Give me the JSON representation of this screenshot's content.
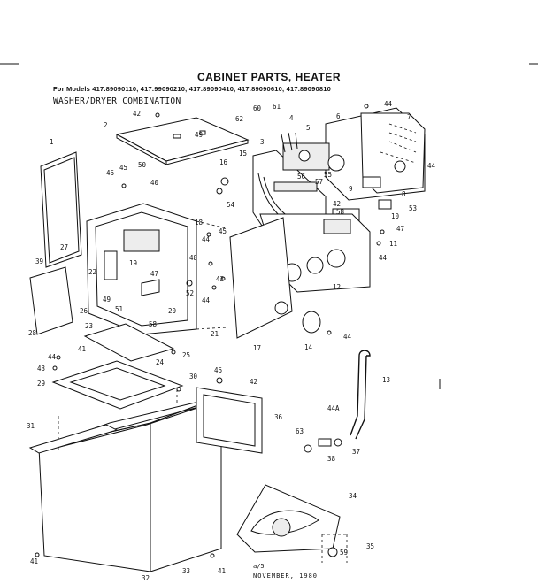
{
  "header": {
    "title": "CABINET PARTS, HEATER",
    "models": "For Models 417.89090110, 417.99090210, 417.89090410, 417.89090610, 417.89090810",
    "subtitle": "WASHER/DRYER COMBINATION"
  },
  "footer": {
    "page_code": "a/5",
    "date": "NOVEMBER, 1980"
  },
  "callouts": [
    {
      "id": "c42a",
      "text": "42"
    },
    {
      "id": "c2",
      "text": "2"
    },
    {
      "id": "c49",
      "text": "49"
    },
    {
      "id": "c1",
      "text": "1"
    },
    {
      "id": "c45a",
      "text": "45"
    },
    {
      "id": "c50",
      "text": "50"
    },
    {
      "id": "c46a",
      "text": "46"
    },
    {
      "id": "c40",
      "text": "40"
    },
    {
      "id": "c16",
      "text": "16"
    },
    {
      "id": "c15",
      "text": "15"
    },
    {
      "id": "c54",
      "text": "54"
    },
    {
      "id": "c62",
      "text": "62"
    },
    {
      "id": "c60",
      "text": "60"
    },
    {
      "id": "c61",
      "text": "61"
    },
    {
      "id": "c3",
      "text": "3"
    },
    {
      "id": "c4",
      "text": "4"
    },
    {
      "id": "c5",
      "text": "5"
    },
    {
      "id": "c55",
      "text": "55"
    },
    {
      "id": "c56",
      "text": "56"
    },
    {
      "id": "c57",
      "text": "57"
    },
    {
      "id": "c6",
      "text": "6"
    },
    {
      "id": "c44a",
      "text": "44"
    },
    {
      "id": "c7",
      "text": "7"
    },
    {
      "id": "c44b",
      "text": "44"
    },
    {
      "id": "c8",
      "text": "8"
    },
    {
      "id": "c9",
      "text": "9"
    },
    {
      "id": "c53",
      "text": "53"
    },
    {
      "id": "c10",
      "text": "10"
    },
    {
      "id": "c42b",
      "text": "42"
    },
    {
      "id": "c58a",
      "text": "58"
    },
    {
      "id": "c47a",
      "text": "47"
    },
    {
      "id": "c11",
      "text": "11"
    },
    {
      "id": "c44c",
      "text": "44"
    },
    {
      "id": "c12",
      "text": "12"
    },
    {
      "id": "c18",
      "text": "18"
    },
    {
      "id": "c44d",
      "text": "44"
    },
    {
      "id": "c45b",
      "text": "45"
    },
    {
      "id": "c27",
      "text": "27"
    },
    {
      "id": "c39",
      "text": "39"
    },
    {
      "id": "c22",
      "text": "22"
    },
    {
      "id": "c19",
      "text": "19"
    },
    {
      "id": "c47b",
      "text": "47"
    },
    {
      "id": "c48",
      "text": "48"
    },
    {
      "id": "c52",
      "text": "52"
    },
    {
      "id": "c43a",
      "text": "43"
    },
    {
      "id": "c44e",
      "text": "44"
    },
    {
      "id": "c49b",
      "text": "49"
    },
    {
      "id": "c51",
      "text": "51"
    },
    {
      "id": "c20",
      "text": "20"
    },
    {
      "id": "c58b",
      "text": "58"
    },
    {
      "id": "c26",
      "text": "26"
    },
    {
      "id": "c28",
      "text": "28"
    },
    {
      "id": "c23",
      "text": "23"
    },
    {
      "id": "c21",
      "text": "21"
    },
    {
      "id": "c17",
      "text": "17"
    },
    {
      "id": "c14",
      "text": "14"
    },
    {
      "id": "c44f",
      "text": "44"
    },
    {
      "id": "c44g",
      "text": "44"
    },
    {
      "id": "c41a",
      "text": "41"
    },
    {
      "id": "c24",
      "text": "24"
    },
    {
      "id": "c25",
      "text": "25"
    },
    {
      "id": "c43b",
      "text": "43"
    },
    {
      "id": "c29",
      "text": "29"
    },
    {
      "id": "c30",
      "text": "30"
    },
    {
      "id": "c46b",
      "text": "46"
    },
    {
      "id": "c42c",
      "text": "42"
    },
    {
      "id": "c13",
      "text": "13"
    },
    {
      "id": "c36",
      "text": "36"
    },
    {
      "id": "c44A",
      "text": "44A"
    },
    {
      "id": "c31",
      "text": "31"
    },
    {
      "id": "c63",
      "text": "63"
    },
    {
      "id": "c37",
      "text": "37"
    },
    {
      "id": "c38",
      "text": "38"
    },
    {
      "id": "c34",
      "text": "34"
    },
    {
      "id": "c35",
      "text": "35"
    },
    {
      "id": "c59",
      "text": "59"
    },
    {
      "id": "c41b",
      "text": "41"
    },
    {
      "id": "c32",
      "text": "32"
    },
    {
      "id": "c33",
      "text": "33"
    },
    {
      "id": "c41c",
      "text": "41"
    }
  ]
}
